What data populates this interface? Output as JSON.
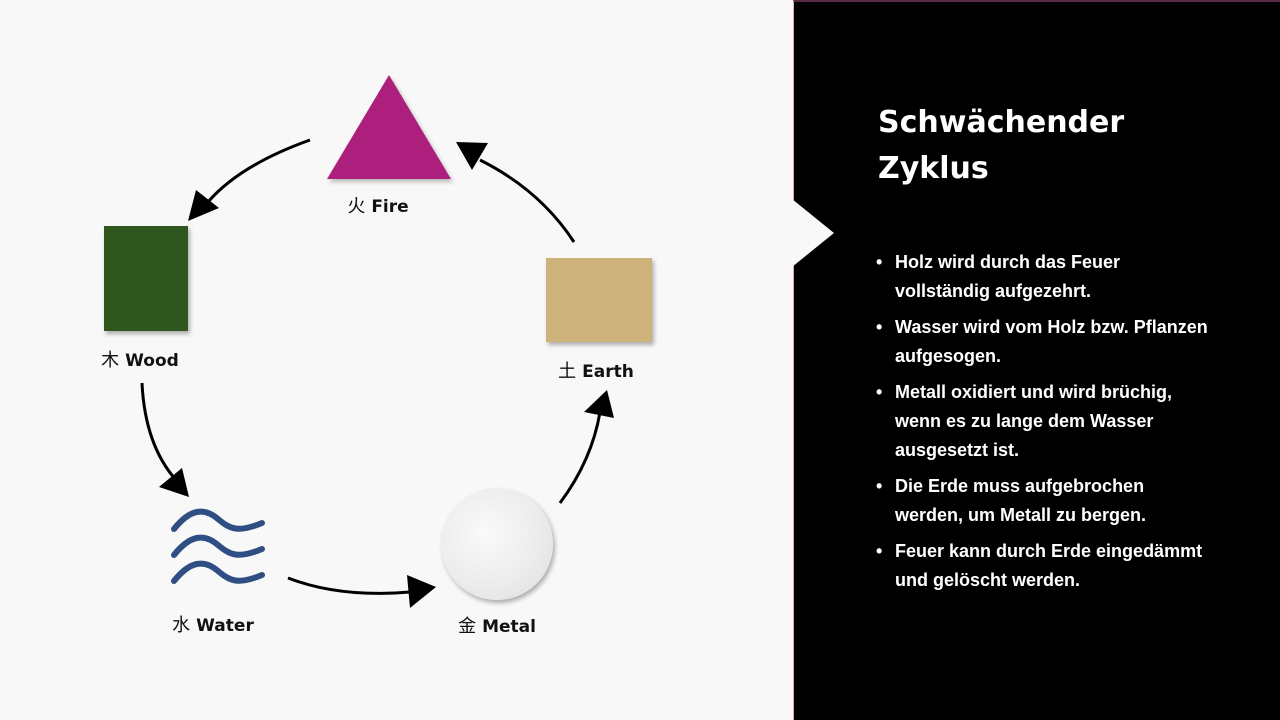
{
  "diagram": {
    "elements": [
      {
        "id": "fire",
        "glyph": "火",
        "name": "Fire",
        "color": "#ad1f7d",
        "shape": "triangle"
      },
      {
        "id": "wood",
        "glyph": "木",
        "name": "Wood",
        "color": "#2e561d",
        "shape": "rectangle"
      },
      {
        "id": "water",
        "glyph": "水",
        "name": "Water",
        "color": "#2f4f84",
        "shape": "waves"
      },
      {
        "id": "metal",
        "glyph": "金",
        "name": "Metal",
        "color": "#e8e8e8",
        "shape": "circle"
      },
      {
        "id": "earth",
        "glyph": "土",
        "name": "Earth",
        "color": "#cdb27c",
        "shape": "rectangle"
      }
    ],
    "arrows": [
      {
        "from": "Fire",
        "to": "Wood"
      },
      {
        "from": "Wood",
        "to": "Water"
      },
      {
        "from": "Water",
        "to": "Metal"
      },
      {
        "from": "Metal",
        "to": "Earth"
      },
      {
        "from": "Earth",
        "to": "Fire"
      }
    ]
  },
  "panel": {
    "title_line1": "Schwächender",
    "title_line2": "Zyklus",
    "bullets": [
      "Holz wird durch das Feuer vollständig aufgezehrt.",
      "Wasser wird vom Holz bzw. Pflanzen aufgesogen.",
      "Metall oxidiert und wird brüchig, wenn es zu lange dem Wasser ausgesetzt ist.",
      "Die Erde muss aufgebrochen werden, um Metall zu bergen.",
      "Feuer kann durch Erde eingedämmt und gelöscht werden."
    ],
    "bullet_char": "•",
    "background": "#000000"
  }
}
